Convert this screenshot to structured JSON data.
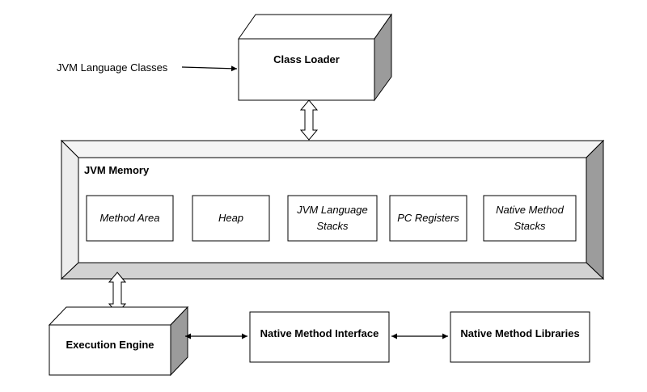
{
  "inputs": {
    "jvm_language_classes": "JVM Language Classes"
  },
  "class_loader": {
    "label": "Class Loader"
  },
  "jvm_memory": {
    "title": "JVM Memory",
    "areas": [
      "Method Area",
      "Heap",
      "JVM Language Stacks",
      "PC Registers",
      "Native Method Stacks"
    ]
  },
  "execution_engine": {
    "label": "Execution Engine"
  },
  "native_method_interface": {
    "label": "Native Method Interface"
  },
  "native_method_libraries": {
    "label": "Native Method Libraries"
  }
}
